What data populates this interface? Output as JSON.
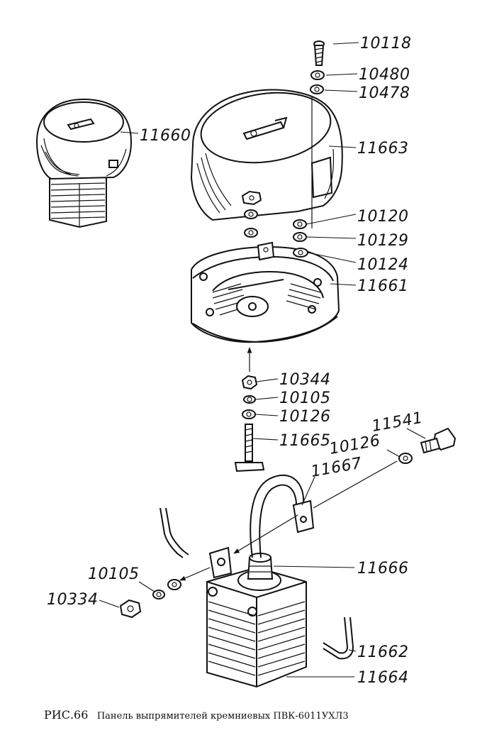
{
  "figure": {
    "caption_prefix": "РИС.66",
    "caption_text": "Панель выпрямителей кремниевых ПВК-6011УХЛ3"
  },
  "parts": {
    "p10118": "10118",
    "p10480": "10480",
    "p10478": "10478",
    "p11660": "11660",
    "p11663": "11663",
    "p10120": "10120",
    "p10129": "10129",
    "p10124": "10124",
    "p11661": "11661",
    "p10344": "10344",
    "p10105a": "10105",
    "p10126a": "10126",
    "p11665": "11665",
    "p11541": "11541",
    "p10126b": "10126",
    "p11667": "11667",
    "p10105b": "10105",
    "p10334": "10334",
    "p11666": "11666",
    "p11662": "11662",
    "p11664": "11664"
  }
}
